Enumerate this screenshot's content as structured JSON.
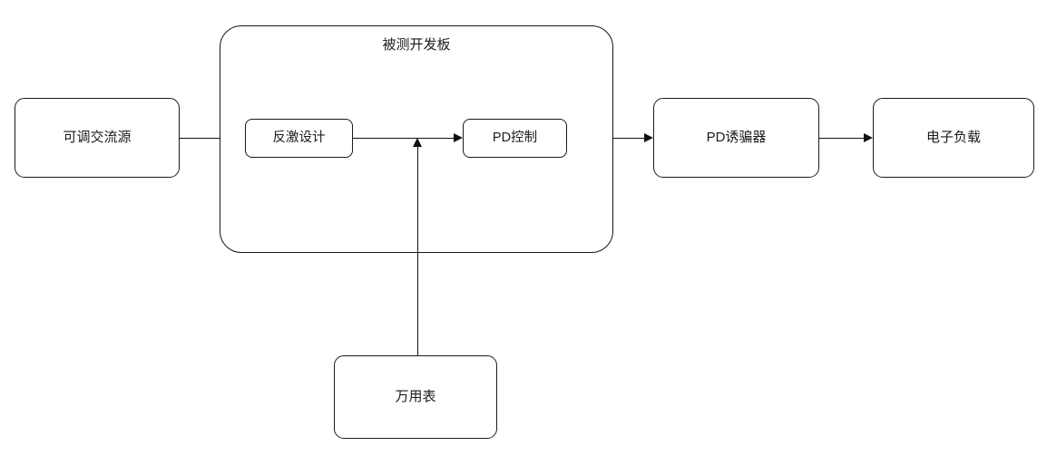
{
  "diagram": {
    "title": "",
    "background": "#ffffff",
    "line_color": "#111111",
    "text_color": "#1b1b1b",
    "group": {
      "label": "被测开发板",
      "children": [
        {
          "id": "flyback",
          "label": "反激设计"
        },
        {
          "id": "pd_control",
          "label": "PD控制"
        }
      ]
    },
    "nodes": [
      {
        "id": "ac_source",
        "label": "可调交流源"
      },
      {
        "id": "pd_trigger",
        "label": "PD诱骗器"
      },
      {
        "id": "e_load",
        "label": "电子负载"
      },
      {
        "id": "multimeter",
        "label": "万用表"
      }
    ],
    "edges": [
      {
        "from": "ac_source",
        "to": "group",
        "arrow": false
      },
      {
        "from": "flyback",
        "to": "pd_control",
        "arrow": true
      },
      {
        "from": "group",
        "to": "pd_trigger",
        "arrow": true
      },
      {
        "from": "pd_trigger",
        "to": "e_load",
        "arrow": true
      },
      {
        "from": "multimeter",
        "to": "flyback_pd_link",
        "arrow": true
      }
    ]
  }
}
